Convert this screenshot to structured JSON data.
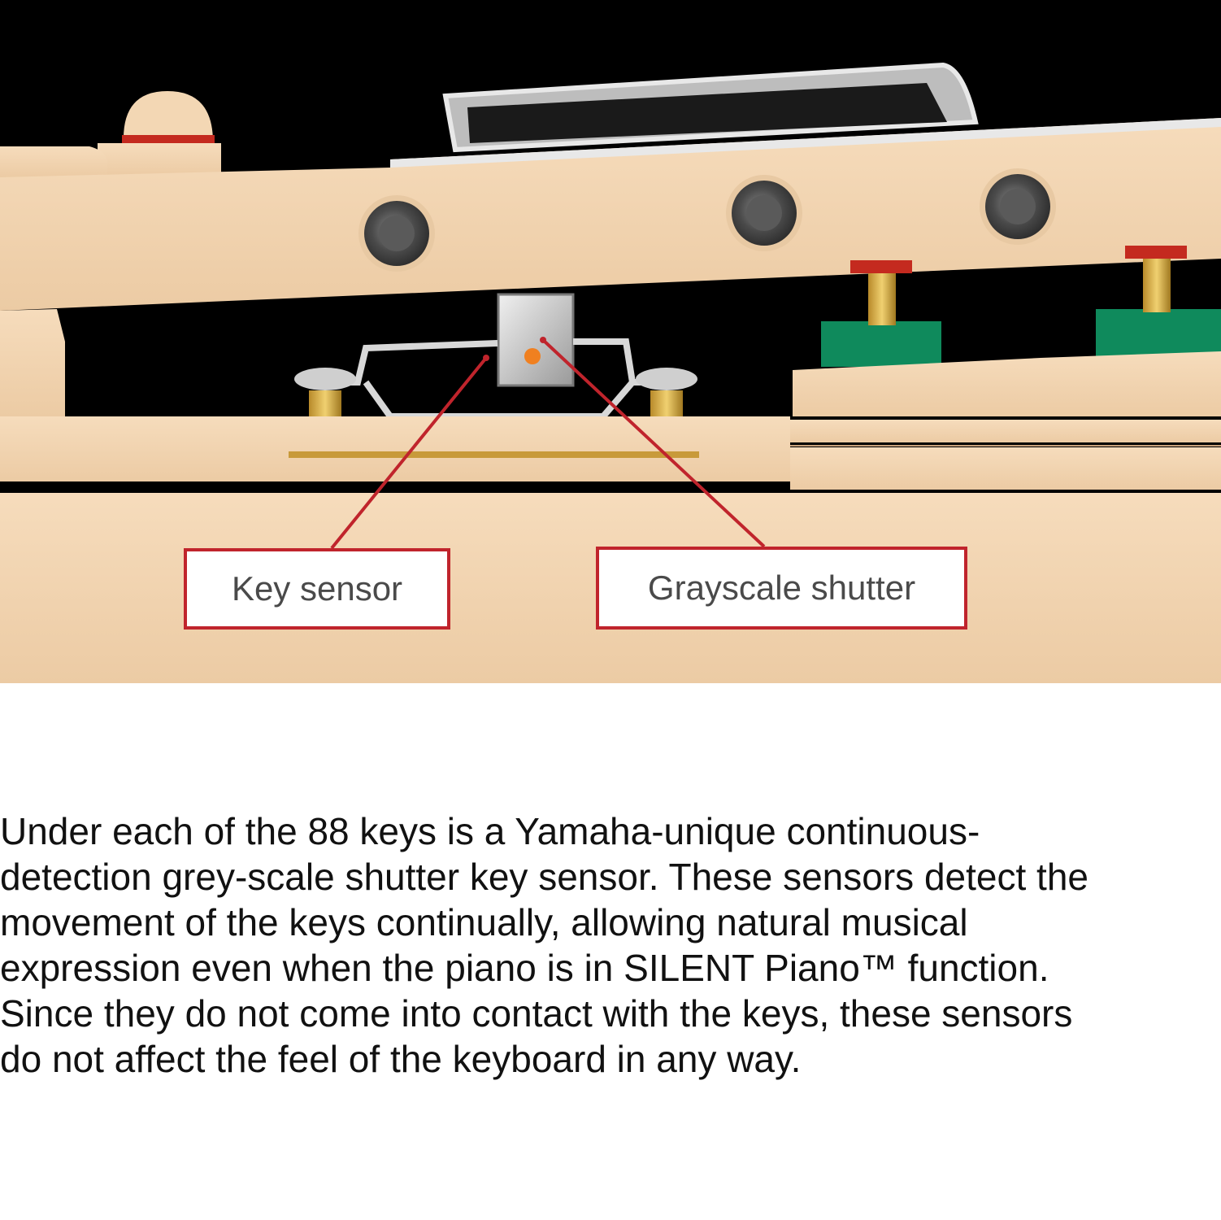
{
  "figure": {
    "callouts": {
      "key_sensor": "Key sensor",
      "grayscale_shutter": "Grayscale shutter"
    },
    "colors": {
      "background": "#000000",
      "wood": "#f0d4b0",
      "callout_border": "#c0242c",
      "felt": "#0f8a5c"
    }
  },
  "caption": {
    "lines": [
      "Under each of the 88 keys is a Yamaha-unique continuous-",
      "detection grey-scale shutter key sensor. These sensors detect the",
      "movement of the keys continually, allowing natural musical",
      "expression even when the piano is in SILENT Piano™ function.",
      "Since they do not come into contact with the keys, these sensors",
      "do not affect the feel of the keyboard in any way."
    ]
  }
}
